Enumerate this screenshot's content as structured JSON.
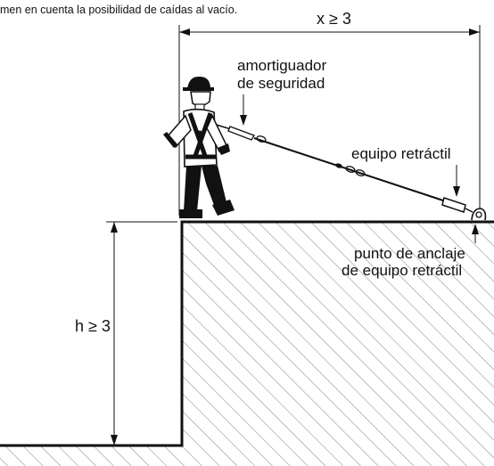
{
  "caption": "men en cuenta la posibilidad de caídas al vacío.",
  "labels": {
    "x_dimension": "x ≥ 3",
    "h_dimension": "h ≥ 3",
    "shock_absorber_line1": "amortiguador",
    "shock_absorber_line2": "de seguridad",
    "retractable_device": "equipo retráctil",
    "anchor_point_line1": "punto de anclaje",
    "anchor_point_line2": "de equipo retráctil"
  },
  "colors": {
    "ink": "#111111",
    "hatch": "#8a8a8a",
    "background": "#ffffff"
  }
}
